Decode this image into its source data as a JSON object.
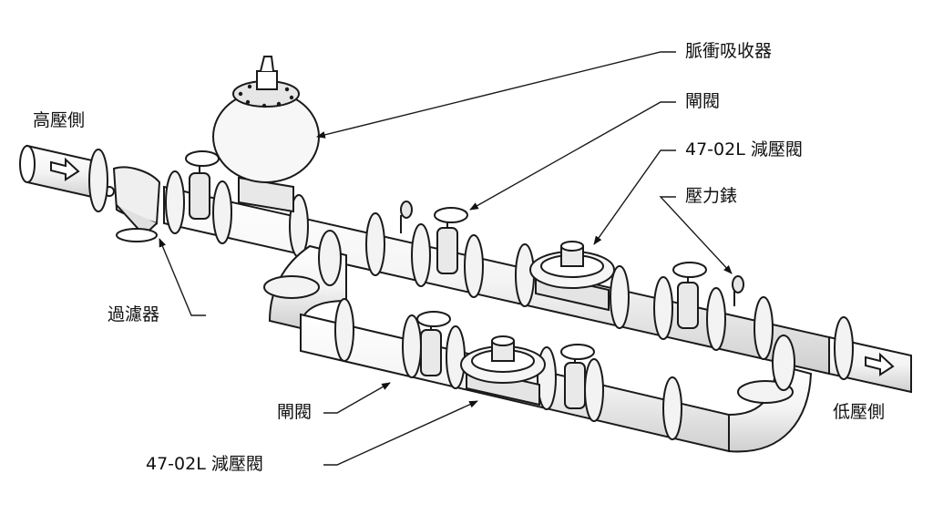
{
  "diagram": {
    "labels": {
      "high_pressure_side": "高壓側",
      "low_pressure_side": "低壓側",
      "surge_absorber": "脈衝吸收器",
      "gate_valve_upper": "閘閥",
      "reducing_valve_upper": "47-02L 減壓閥",
      "pressure_gauge": "壓力錶",
      "strainer": "過濾器",
      "gate_valve_lower": "閘閥",
      "reducing_valve_lower": "47-02L 減壓閥"
    },
    "colors": {
      "line": "#1a1a1a",
      "fill_light": "#f2f2f2",
      "fill_shadow": "#d6d6d6",
      "fill_white": "#ffffff"
    }
  }
}
